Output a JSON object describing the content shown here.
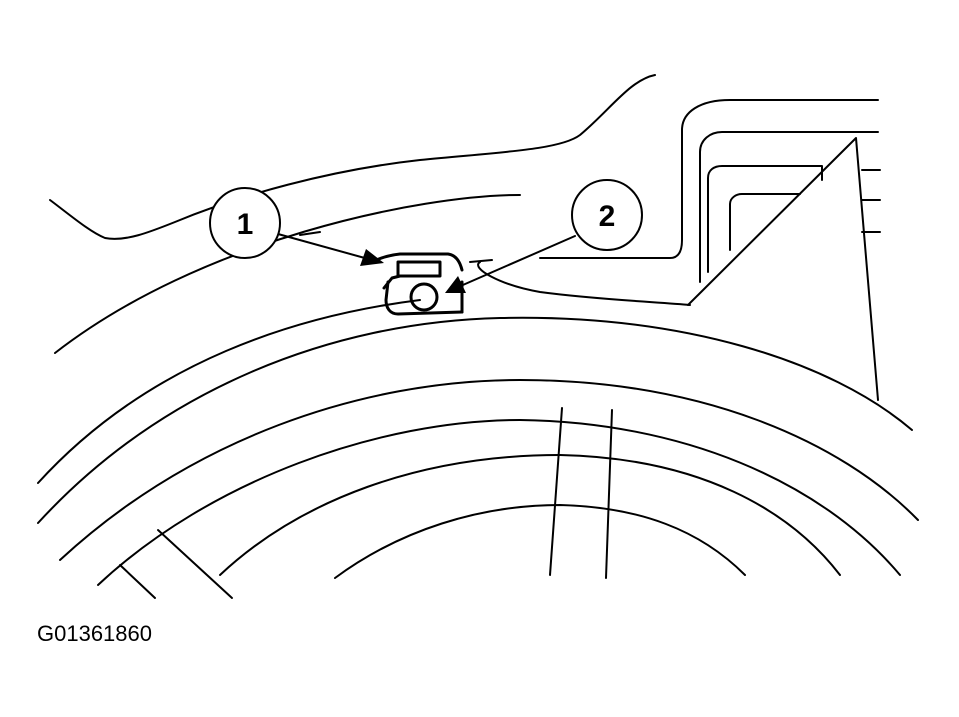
{
  "figure": {
    "callouts": [
      {
        "number": "1"
      },
      {
        "number": "2"
      }
    ],
    "figure_id": "G01361860"
  }
}
